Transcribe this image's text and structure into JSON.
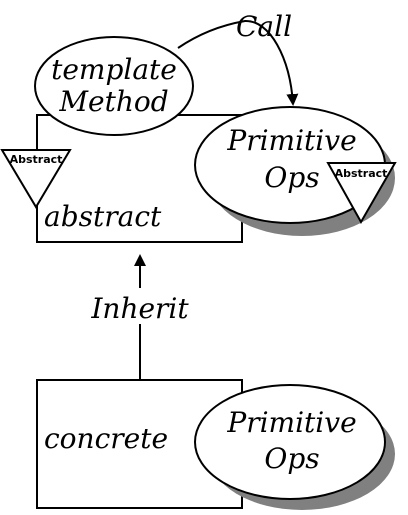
{
  "diagram": {
    "call_label": "Call",
    "inherit_label": "Inherit",
    "template_method": {
      "line1": "template",
      "line2": "Method"
    },
    "abstract_class": {
      "name": "abstract",
      "badge": "Abstract"
    },
    "abstract_primitive_ops": {
      "line1": "Primitive",
      "line2": "Ops",
      "badge": "Abstract"
    },
    "concrete_class": {
      "name": "concrete"
    },
    "concrete_primitive_ops": {
      "line1": "Primitive",
      "line2": "Ops"
    }
  },
  "colors": {
    "stroke": "#000000",
    "fill": "#ffffff",
    "shadow": "#808080"
  }
}
